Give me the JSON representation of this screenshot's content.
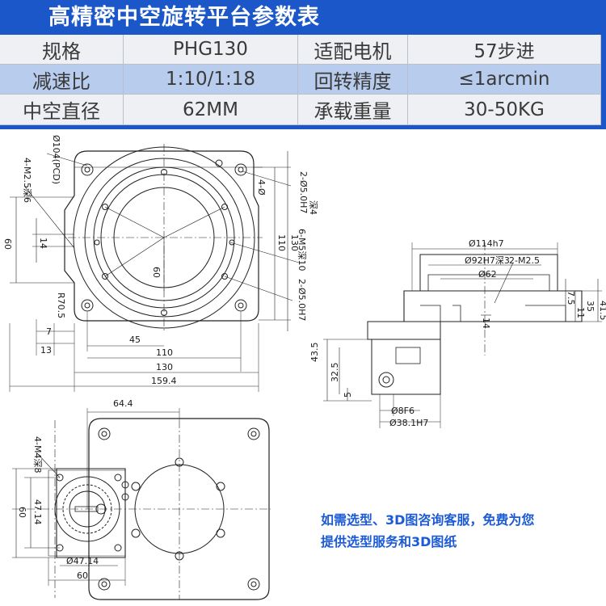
{
  "spec": {
    "title": "高精密中空旋转平台参数表",
    "rows": [
      [
        "规格",
        "PHG130",
        "适配电机",
        "57步进"
      ],
      [
        "减速比",
        "1:10/1:18",
        "回转精度",
        "≤1arcmin"
      ],
      [
        "中空直径",
        "62MM",
        "承载重量",
        "30-50KG"
      ]
    ]
  },
  "drawing": {
    "top_view": {
      "pcd": "Ø104(PCD)",
      "holes_left": "4-M2.5深6",
      "holes_right": "2-Ø5.0H7",
      "holes_right_depth": "深4",
      "holes_6": "6-M5深10",
      "holes_bottom": "2-Ø5.0H7",
      "hole_dim": "4-Ø",
      "d60_left": "60",
      "d14": "14",
      "d60_center": "60",
      "r": "R70.5",
      "d7": "7",
      "d13": "13",
      "d45": "45",
      "d110_bottom": "110",
      "d130_bottom": "130",
      "d159": "159.4",
      "d110_right": "110",
      "d130_right": "130"
    },
    "side_view": {
      "d114": "Ø114h7",
      "d92": "Ø92H7深3",
      "m25": "2-M2.5",
      "d62": "Ø62",
      "d14": "14",
      "d75": "7.5",
      "d11": "11",
      "d35": "35",
      "d415": "41.5",
      "d435": "43.5",
      "d325": "32.5",
      "d5": "5",
      "d8f6": "Ø8F6",
      "d381": "Ø38.1H7"
    },
    "bottom_view": {
      "d644": "64.4",
      "holes": "4-M4深8",
      "d4714_v": "47.14",
      "d60_v": "60",
      "d4714_h": "Ø47.14",
      "d60_h": "60"
    }
  },
  "note": {
    "line1": "如需选型、3D图咨询客服，免费为您",
    "line2": "提供选型服务和3D图纸"
  },
  "colors": {
    "panel_blue": "#1b57c9",
    "row_alt": "#b8ccee",
    "row_light": "#eef0f3",
    "note_blue": "#1c5bd4"
  }
}
